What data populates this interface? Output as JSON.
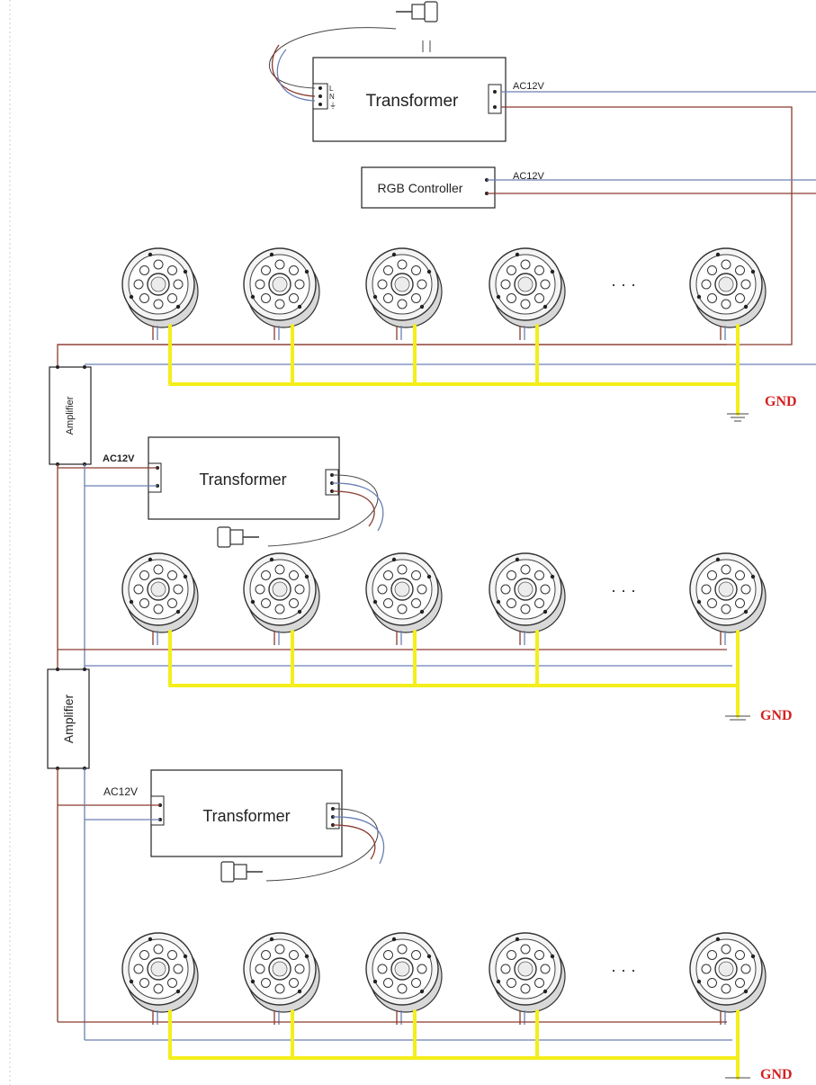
{
  "labels": {
    "transformer": "Transformer",
    "rgb_controller": "RGB Controller",
    "amplifier": "Amplifier",
    "ac12v": "AC12V",
    "gnd": "GND",
    "ellipsis": "· · ·",
    "pin_l": "L",
    "pin_n": "N",
    "pin_e": "⏚"
  },
  "rows": [
    {
      "id": "row-1",
      "gnd": "GND"
    },
    {
      "id": "row-2",
      "gnd": "GND"
    },
    {
      "id": "row-3",
      "gnd": "GND"
    }
  ],
  "colors": {
    "power_wire": "#8a3a2e",
    "signal_wire": "#6a7fb5",
    "ground_wire": "#f4ee1a",
    "gnd_label": "#d42020"
  }
}
